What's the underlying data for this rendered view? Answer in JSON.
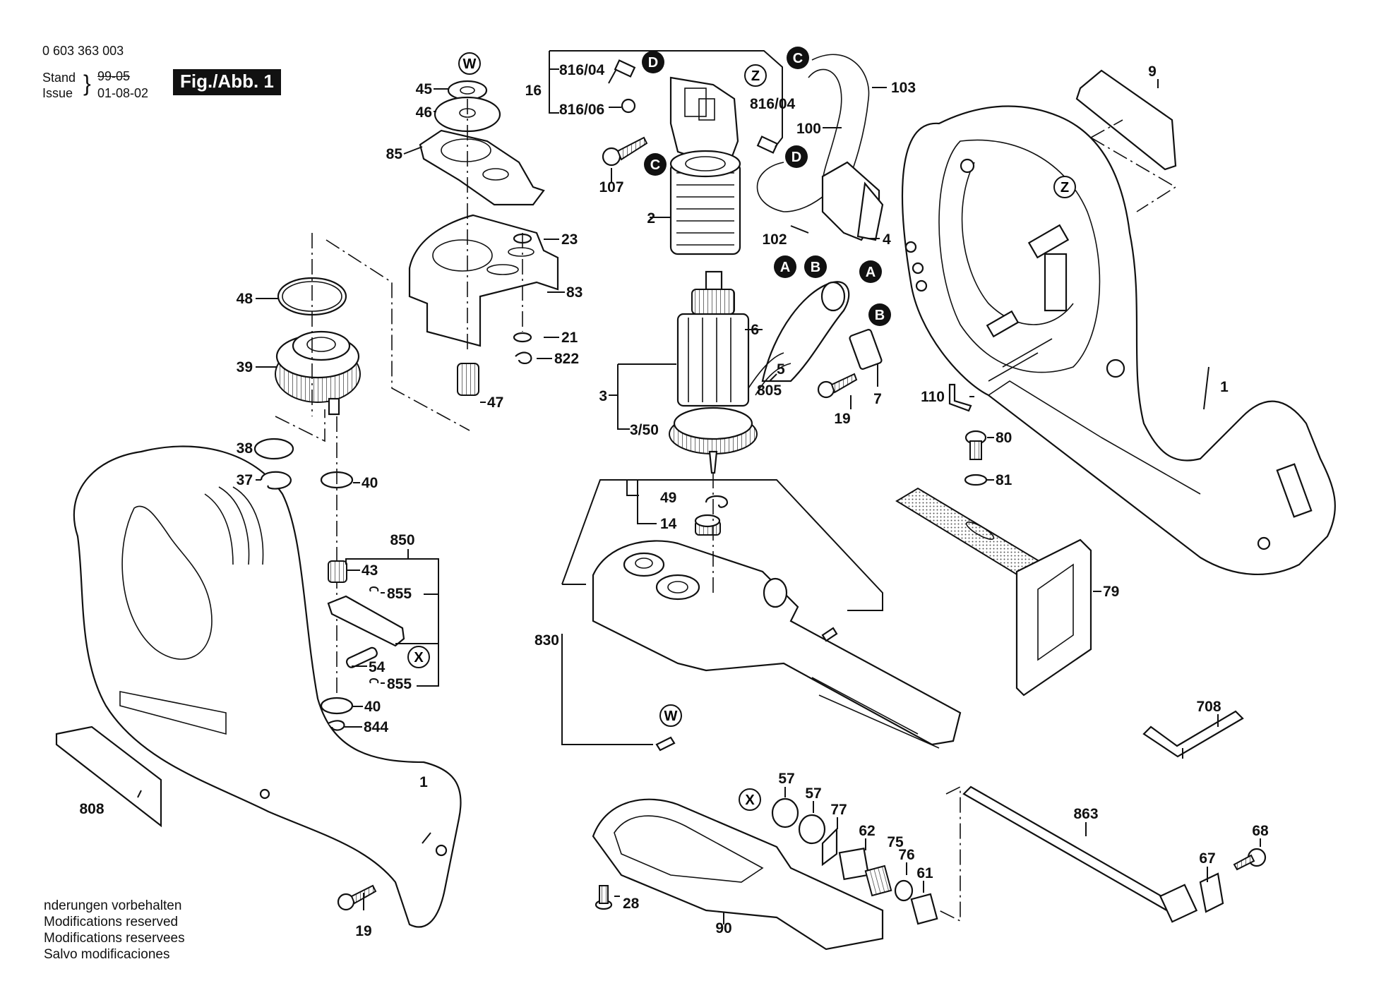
{
  "header": {
    "part_number": "0 603 363 003",
    "stand_label": "Stand",
    "issue_label": "Issue",
    "stand_value_struck": "99-05",
    "issue_value": "01-08-02",
    "figure_badge": "Fig./Abb. 1"
  },
  "footer": {
    "lines": [
      "nderungen vorbehalten",
      "Modifications reserved",
      "Modifications reservees",
      "Salvo modificaciones"
    ]
  },
  "callouts": {
    "c9": "9",
    "c45": "45",
    "c46": "46",
    "c85": "85",
    "c23": "23",
    "c83": "83",
    "c21": "21",
    "c822": "822",
    "c47": "47",
    "c48": "48",
    "c39": "39",
    "c38": "38",
    "c37": "37",
    "c40a": "40",
    "c40b": "40",
    "c850": "850",
    "c43": "43",
    "c855a": "855",
    "c855b": "855",
    "c54": "54",
    "c844": "844",
    "c808": "808",
    "c1a": "1",
    "c1b": "1",
    "c19a": "19",
    "c19b": "19",
    "c16": "16",
    "c816_04a": "816/04",
    "c816_06": "816/06",
    "c816_04b": "816/04",
    "c107": "107",
    "c2": "2",
    "c100": "100",
    "c103": "103",
    "c102": "102",
    "c4": "4",
    "c3": "3",
    "c3_50": "3/50",
    "c6": "6",
    "c5": "5",
    "c805": "805",
    "c7": "7",
    "c110": "110",
    "c80": "80",
    "c81": "81",
    "c79": "79",
    "c49": "49",
    "c14": "14",
    "c830": "830",
    "c708": "708",
    "c57a": "57",
    "c57b": "57",
    "c77": "77",
    "c62": "62",
    "c75": "75",
    "c76": "76",
    "c61": "61",
    "c863": "863",
    "c67": "67",
    "c68": "68",
    "c28": "28",
    "c90": "90"
  },
  "markers": {
    "W": "W",
    "Z": "Z",
    "X": "X",
    "A": "A",
    "B": "B",
    "C": "C",
    "D": "D"
  }
}
